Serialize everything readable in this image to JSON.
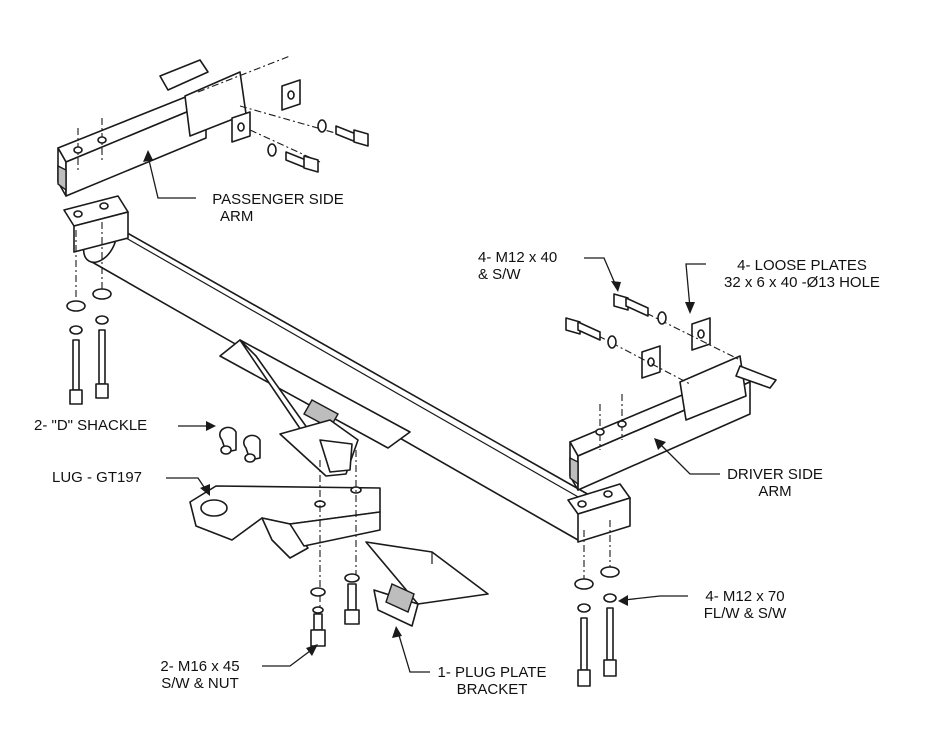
{
  "labels": {
    "passenger_arm": [
      "PASSENGER SIDE",
      "ARM"
    ],
    "bolts_top": [
      "4- M12 x 40",
      "& S/W"
    ],
    "loose_plates": [
      "4- LOOSE PLATES",
      "32 x 6 x 40 -Ø13 HOLE"
    ],
    "d_shackle": "2- \"D\" SHACKLE",
    "lug": "LUG - GT197",
    "driver_arm": [
      "DRIVER SIDE",
      "ARM"
    ],
    "bolts_bottom_right": [
      "4- M12 x 70",
      "FL/W & S/W"
    ],
    "bolts_bottom_left": [
      "2- M16 x 45",
      "S/W & NUT"
    ],
    "plug_plate": [
      "1- PLUG PLATE",
      "BRACKET"
    ]
  },
  "colors": {
    "line": "#1a1a1a",
    "shade": "#bdbdbd",
    "background": "#ffffff"
  }
}
